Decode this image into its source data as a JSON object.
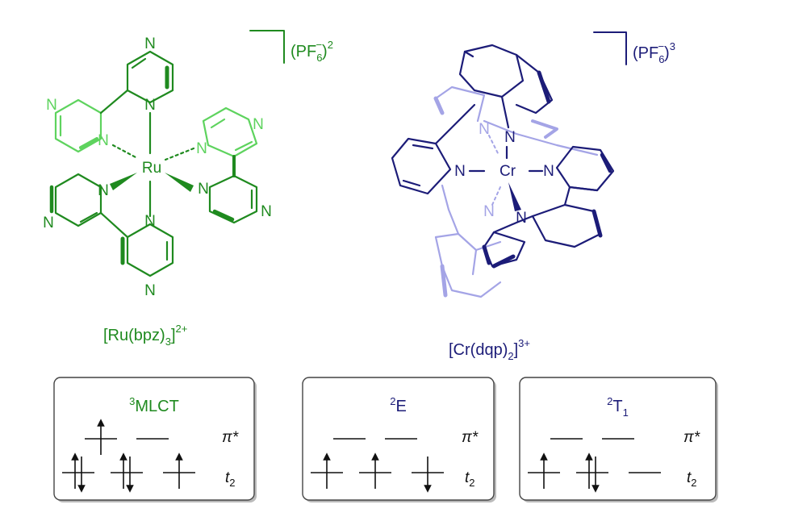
{
  "colors": {
    "ru_dark": "#1f8a1f",
    "ru_light": "#5ed35e",
    "cr_dark": "#1c1c78",
    "cr_light": "#a4a4e6",
    "box_border": "#444444",
    "text_black": "#111111"
  },
  "ru_complex": {
    "metal": "Ru",
    "nitrogen": "N",
    "label": {
      "main": "[Ru(bpz)",
      "sub": "3",
      "close": "]",
      "charge": "2+"
    },
    "counterion": {
      "prefix": "(PF",
      "sub": "6",
      "sup_minus": "−",
      "close": ")",
      "count": "2"
    }
  },
  "cr_complex": {
    "metal": "Cr",
    "nitrogen": "N",
    "label": {
      "main": "[Cr(dqp)",
      "sub": "2",
      "close": "]",
      "charge": "3+"
    },
    "counterion": {
      "prefix": "(PF",
      "sub": "6",
      "sup_minus": "−",
      "close": ")",
      "count": "3"
    }
  },
  "states": [
    {
      "sup": "3",
      "name": "MLCT",
      "sub": "",
      "color": "ru_dark",
      "pi_label": "π*",
      "t_label": "t",
      "t_sub": "2",
      "pi_levels": [
        "up",
        "empty"
      ],
      "t_levels": [
        "pair",
        "pair",
        "up"
      ]
    },
    {
      "sup": "2",
      "name": "E",
      "sub": "",
      "color": "cr_dark",
      "pi_label": "π*",
      "t_label": "t",
      "t_sub": "2",
      "pi_levels": [
        "empty",
        "empty"
      ],
      "t_levels": [
        "up",
        "up",
        "down"
      ]
    },
    {
      "sup": "2",
      "name": "T",
      "sub": "1",
      "color": "cr_dark",
      "pi_label": "π*",
      "t_label": "t",
      "t_sub": "2",
      "pi_levels": [
        "empty",
        "empty"
      ],
      "t_levels": [
        "up",
        "pair",
        "empty"
      ]
    }
  ]
}
